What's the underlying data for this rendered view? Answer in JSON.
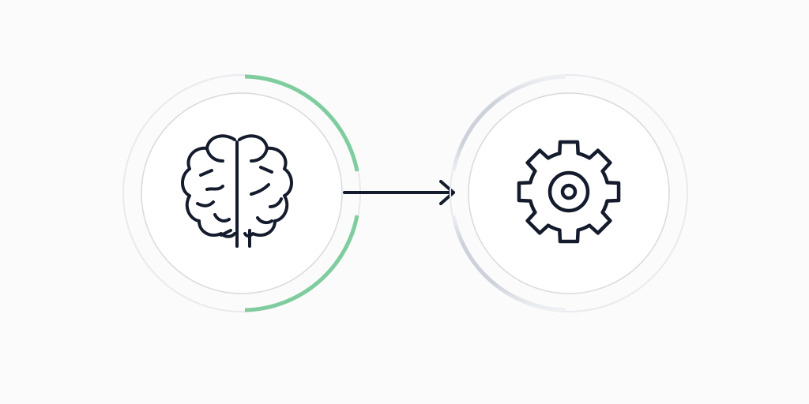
{
  "diagram": {
    "nodes": [
      {
        "id": "source",
        "icon": "brain-icon",
        "ring_accent": "#7fcd9e",
        "ring_style": "green-arc-right"
      },
      {
        "id": "target",
        "icon": "gear-icon",
        "ring_accent": "#cfd3dc",
        "ring_style": "gray-arc-left"
      }
    ],
    "edges": [
      {
        "from": "source",
        "to": "target",
        "style": "arrow"
      }
    ]
  },
  "colors": {
    "background": "#fbfbfc",
    "ink": "#141b2d",
    "outer_ring": "#e9eaec",
    "inner_ring": "#d9dadd",
    "green_arc": "#7fcd9e",
    "gray_arc": "#cfd3dc"
  }
}
